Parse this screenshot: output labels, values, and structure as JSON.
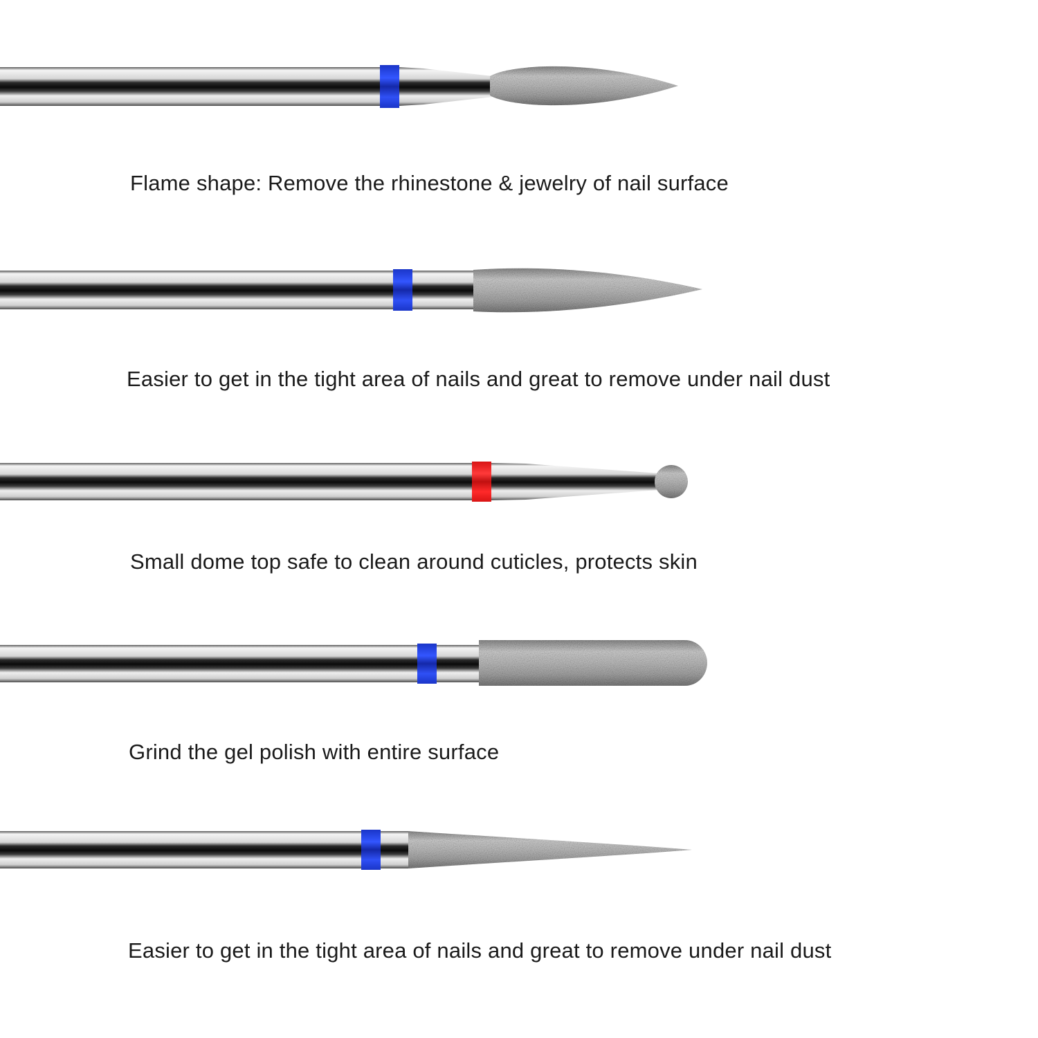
{
  "colors": {
    "background": "#ffffff",
    "band_blue": "#1f3fe0",
    "band_red": "#f01a1a",
    "shank_light": "#e9e9e9",
    "shank_dark": "#141414",
    "head_grey": "#b9b9b9",
    "caption_text": "#1a1a1a"
  },
  "bits": [
    {
      "name": "flame-bit",
      "head_shape": "flame",
      "band_color": "blue",
      "caption": "Flame shape: Remove the rhinestone & jewelry of nail surface"
    },
    {
      "name": "pointed-flame-bit",
      "head_shape": "pointed-flame",
      "band_color": "blue",
      "caption": "Easier to get in the tight area of nails and great to remove under nail dust"
    },
    {
      "name": "ball-bit",
      "head_shape": "small-dome",
      "band_color": "red",
      "caption": "Small dome top safe to clean around cuticles, protects skin"
    },
    {
      "name": "cylinder-bit",
      "head_shape": "rounded-cylinder",
      "band_color": "blue",
      "caption": "Grind the gel polish with entire surface"
    },
    {
      "name": "needle-bit",
      "head_shape": "needle-cone",
      "band_color": "blue",
      "caption": "Easier to get in the tight area of nails and great to remove under nail dust"
    }
  ]
}
